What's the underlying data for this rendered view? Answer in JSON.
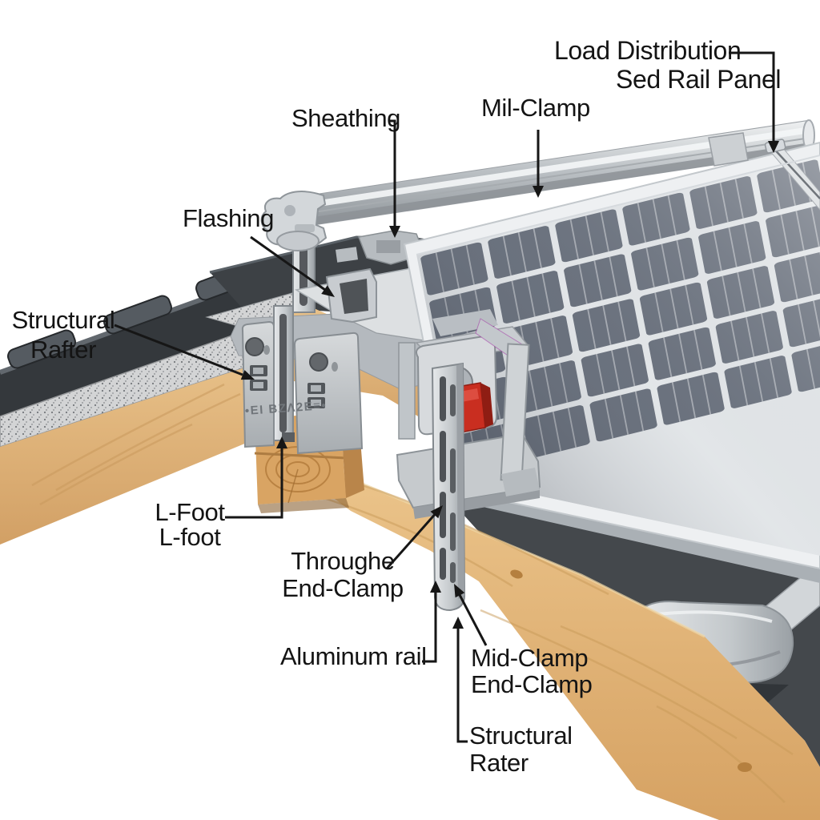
{
  "figure": {
    "type": "technical-diagram",
    "subject": "solar panel roof mounting cross-section",
    "background": "#ffffff",
    "labels": {
      "load_distribution_line1": "Load Distribution",
      "load_distribution_line2": "Sed Rail Panel",
      "mil_clamp": "Mil-Clamp",
      "sheathing": "Sheathing",
      "flashing": "Flashing",
      "structural_rafter_line1": "Structural",
      "structural_rafter_line2": "Rafter",
      "l_foot_line1": "L-Foot",
      "l_foot_line2": "L-foot",
      "through_end_clamp_line1": "Throughe",
      "through_end_clamp_line2": "End-Clamp",
      "aluminum_rail": "Aluminum rail",
      "mid_clamp_line1": "Mid-Clamp",
      "mid_clamp_line2": "End-Clamp",
      "structural_rater_line1": "Structural",
      "structural_rater_line2": "Rater"
    },
    "bracket_stamp": "•EI BZΛ2E≡•",
    "colors": {
      "label_text": "#141414",
      "leader_line": "#161616",
      "panel_cell": "#6a717d",
      "panel_grid": "#e9ecee",
      "wood_light": "#e3ba81",
      "wood_dark": "#c98f52",
      "tile_dark": "#393d41",
      "underlayment": "#44484c",
      "aluminum": "#c9cdd1",
      "red_clamp": "#c92e20"
    },
    "panel": {
      "cell_columns": 6,
      "cell_rows": 5
    }
  }
}
